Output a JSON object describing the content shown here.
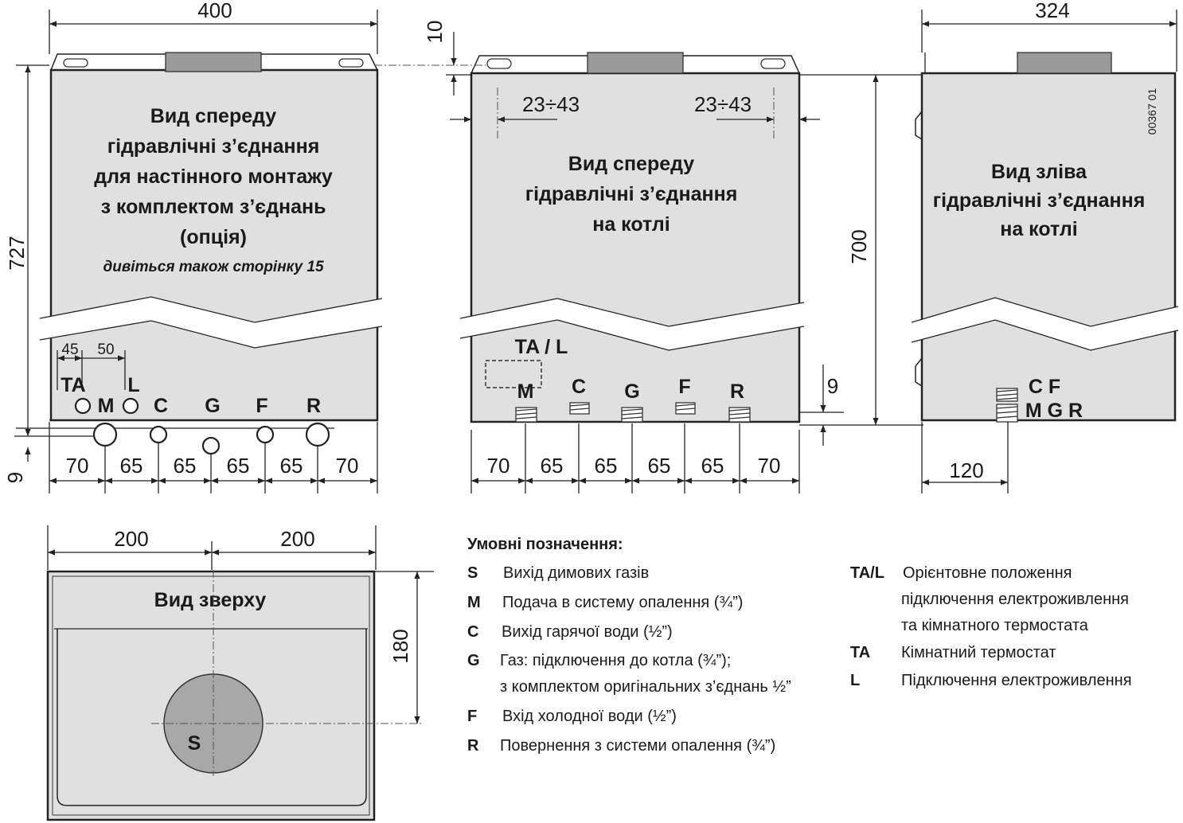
{
  "front_mount": {
    "title_lines": [
      "Вид спереду",
      "гідравлічні з’єднання",
      "для настінного монтажу",
      "з комплектом з’єднань",
      "(опція)"
    ],
    "note": "дивіться також сторінку 15",
    "width": "400",
    "height": "727",
    "bottom_offset": "9",
    "ta_offset": "45",
    "l_offset": "50",
    "labels": [
      "TA",
      "L",
      "M",
      "C",
      "G",
      "F",
      "R"
    ],
    "spacings": [
      "70",
      "65",
      "65",
      "65",
      "65",
      "70"
    ]
  },
  "front_boiler": {
    "title_lines": [
      "Вид спереду",
      "гідравлічні з’єднання",
      "на котлі"
    ],
    "top_offset": "10",
    "left_range": "23÷43",
    "right_range": "23÷43",
    "height": "700",
    "bottom_offset": "9",
    "ta_l": "TA / L",
    "labels": [
      "M",
      "C",
      "G",
      "F",
      "R"
    ],
    "spacings": [
      "70",
      "65",
      "65",
      "65",
      "65",
      "70"
    ]
  },
  "left_view": {
    "title_lines": [
      "Вид зліва",
      "гідравлічні з’єднання",
      "на котлі"
    ],
    "width": "324",
    "depth_offset": "120",
    "code": "00367 01",
    "labels_row1": "C F",
    "labels_row2": "M G R"
  },
  "top_view": {
    "title": "Вид зверху",
    "left_width": "200",
    "right_width": "200",
    "depth": "180",
    "flue_label": "S"
  },
  "legend": {
    "title": "Умовні позначення:",
    "items": [
      {
        "code": "S",
        "text": [
          "Вихід димових газів"
        ]
      },
      {
        "code": "M",
        "text": [
          "Подача в систему опалення (¾”)"
        ]
      },
      {
        "code": "C",
        "text": [
          "Вихід гарячої води (½”)"
        ]
      },
      {
        "code": "G",
        "text": [
          "Газ: підключення до котла (¾”);",
          "з комплектом оригінальних з’єднань ½”"
        ]
      },
      {
        "code": "F",
        "text": [
          "Вхід холодної води (½”)"
        ]
      },
      {
        "code": "R",
        "text": [
          "Повернення з системи опалення (¾”)"
        ]
      }
    ],
    "items_right": [
      {
        "code": "TA/L",
        "text": [
          "Орієнтовне положення",
          "підключення електроживлення",
          "та кімнатного термостата"
        ]
      },
      {
        "code": "TA",
        "text": [
          "Кімнатний термостат"
        ]
      },
      {
        "code": "L",
        "text": [
          "Підключення електроживлення"
        ]
      }
    ]
  }
}
